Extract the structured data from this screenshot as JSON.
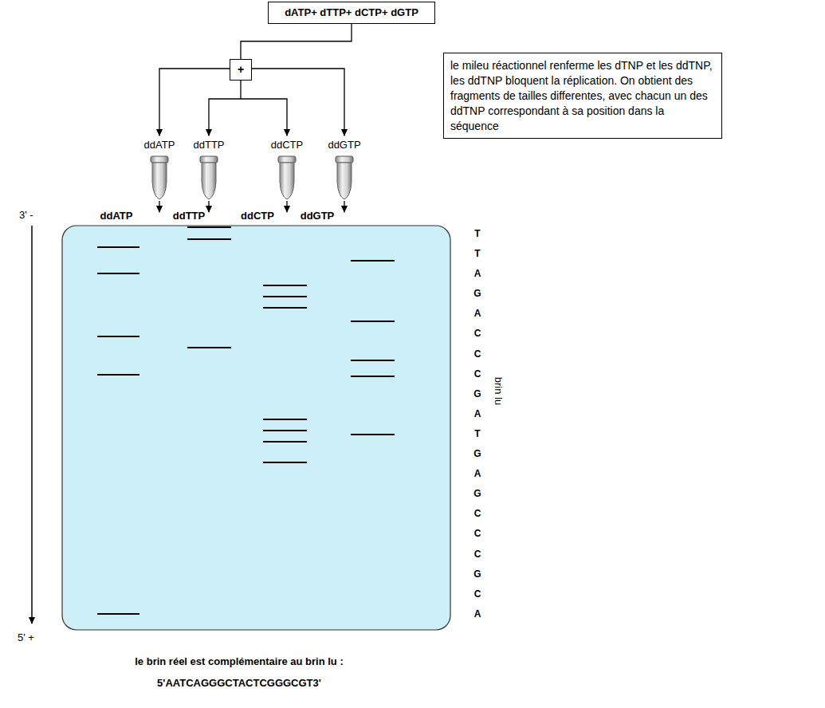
{
  "diagram": {
    "nodes": [
      {
        "text": [
          "dATP+ dTTP+ dCTP+ dGTP"
        ]
      },
      {
        "text": [
          "+"
        ]
      },
      {
        "text": [
          "le mileu réactionnel renferme les dTNP et les ddTNP, les ddTNP bloquent la réplication. On  obtient des fragments de tailles differentes, avec chacun un  des ddTNP correspondant à sa position dans la séquence"
        ]
      }
    ],
    "edges": [
      {
        "from": 0,
        "to": 1,
        "arrow": "none"
      }
    ],
    "labels": [
      "ddATP",
      "ddTTP",
      "ddCTP",
      "ddGTP",
      "ddATP",
      "ddTTP",
      "ddCTP",
      "ddGTP",
      "3' -",
      "5' +",
      "TTAGACCCGATGAGCCCGCA",
      "brin lu",
      "le brin réel est complémentaire au brin lu :",
      "5'AATCAGGGCTACTCGGGCGT3'"
    ]
  }
}
